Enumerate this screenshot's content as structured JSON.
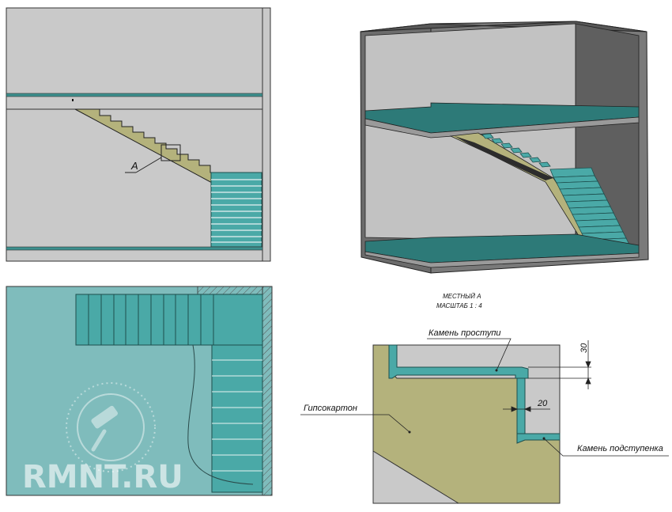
{
  "section_view": {
    "callout_label": "А"
  },
  "detail_view": {
    "heading_line1": "МЕСТНЫЙ А",
    "heading_line2": "МАСШТАБ 1 : 4",
    "label_tread": "Камень проступи",
    "label_riser": "Камень подступенка",
    "label_drywall": "Гипсокартон",
    "dim_tread_thickness": "30",
    "dim_riser_thickness": "20"
  },
  "watermark": {
    "text": "RMNT.RU"
  },
  "colors": {
    "wall_grey": "#c9c9c9",
    "stone_teal": "#4aa9a7",
    "plan_teal": "#7fbcbc",
    "stringer_olive": "#b4b27c",
    "room_dark": "#6c6c6c"
  }
}
